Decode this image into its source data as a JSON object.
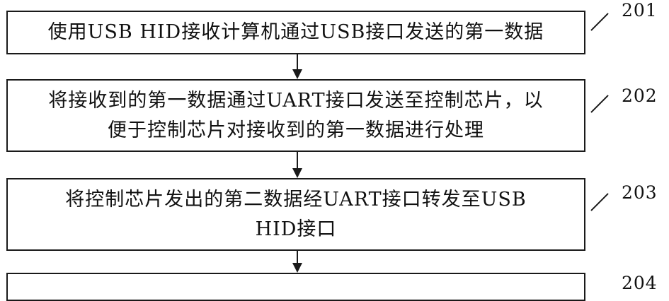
{
  "steps": [
    {
      "number": "201",
      "lines": [
        "使用USB HID接收计算机通过USB接口发送的第一数据"
      ]
    },
    {
      "number": "202",
      "lines": [
        "将接收到的第一数据通过UART接口发送至控制芯片，以",
        "便于控制芯片对接收到的第一数据进行处理"
      ]
    },
    {
      "number": "203",
      "lines": [
        "将控制芯片发出的第二数据经UART接口转发至USB",
        "HID接口"
      ]
    },
    {
      "number": "204",
      "lines": []
    }
  ],
  "colors": {
    "stroke": "#1a1a1a",
    "text": "#111111",
    "background": "#ffffff"
  }
}
